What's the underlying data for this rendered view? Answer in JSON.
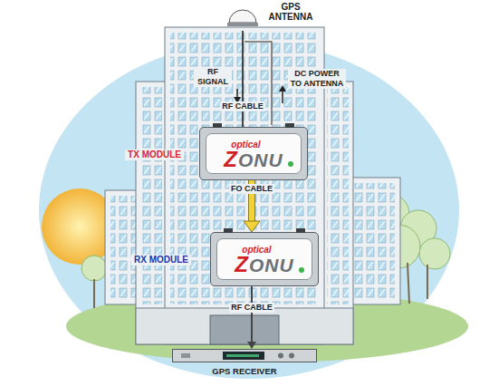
{
  "diagram": {
    "nodes": [
      {
        "text": [
          "GPS ANTENNA"
        ]
      },
      {
        "text": [
          "TX MODULE",
          "optical",
          "ZONU"
        ]
      },
      {
        "text": [
          "RX MODULE",
          "optical",
          "ZONU"
        ]
      },
      {
        "text": [
          "GPS RECEIVER"
        ]
      }
    ],
    "edges": [
      {
        "from": 0,
        "to": 1,
        "arrow": "none",
        "label": "RF CABLE"
      },
      {
        "from": 1,
        "to": 2,
        "arrow": "to",
        "label": "FO CABLE"
      },
      {
        "from": 2,
        "to": 3,
        "arrow": "to",
        "label": "RF CABLE"
      }
    ],
    "labels": [
      "RF SIGNAL",
      "DC POWER TO ANTENNA"
    ]
  }
}
